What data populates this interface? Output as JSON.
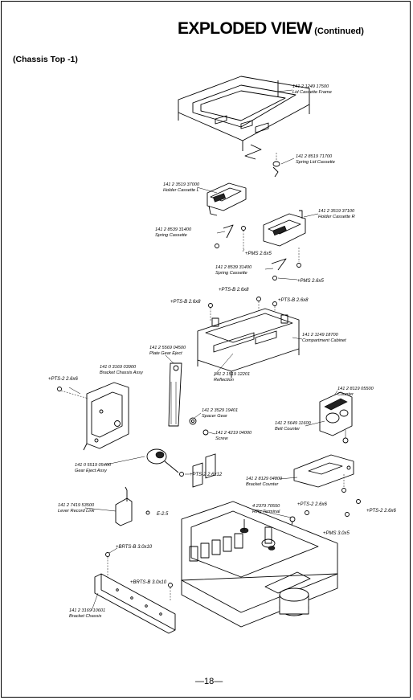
{
  "title": "EXPLODED VIEW",
  "title_suffix": "(Continued)",
  "section_label": "(Chassis Top -1)",
  "page_number": "—18—",
  "parts": [
    {
      "number": "141 2 1249 17500",
      "name": "Lid Cassette Frame"
    },
    {
      "number": "141 2 8519 71700",
      "name": "Spring Lid Cassette"
    },
    {
      "number": "141 2 3519 37000",
      "name": "Holder Cassette L"
    },
    {
      "number": "141 2 3519 37100",
      "name": "Holder Cassette R"
    },
    {
      "number": "141 2 8539 31400",
      "name": "Spring Cassette"
    },
    {
      "number": "141 2 8539 31400",
      "name": "Spring Cassette"
    },
    {
      "number": "141 2 1149 18700",
      "name": "Compartment Cabinet"
    },
    {
      "number": "141 2 5569 04500",
      "name": "Plate Gear Eject"
    },
    {
      "number": "141 2 1519 12201",
      "name": "Reflection"
    },
    {
      "number": "141 0 3169 03900",
      "name": "Bracket Chassis Assy"
    },
    {
      "number": "141 2 8119 05500",
      "name": "Counter"
    },
    {
      "number": "141 2 3529 19401",
      "name": "Spacer Gear"
    },
    {
      "number": "141 2 5649 11600",
      "name": "Belt Counter"
    },
    {
      "number": "141 2 4219 04000",
      "name": "Screw"
    },
    {
      "number": "141 0 5519 05400",
      "name": "Gear Eject Assy"
    },
    {
      "number": "141 2 8129 04800",
      "name": "Bracket Counter"
    },
    {
      "number": "141 2 7419 53500",
      "name": "Lever Record Link"
    },
    {
      "number": "4 2379 70550",
      "name": "Ring Terminal"
    },
    {
      "number": "141 2 3169 10601",
      "name": "Bracket Chassis"
    }
  ],
  "screws": [
    "+PMS 2.6x5",
    "+PMS 2.6x5",
    "+PTS-B 2.6x8",
    "+PTS-B 2.6x8",
    "+PTS-B 2.6x8",
    "+PTS-2 2.6x6",
    "+PTS-2 2.6x12",
    "E-2.5",
    "+PTS-2 2.6x6",
    "+PTS-2 2.6x6",
    "+PMS 3.0x5",
    "+BRTS-B 3.0x10",
    "+BRTS-B 3.0x10"
  ]
}
